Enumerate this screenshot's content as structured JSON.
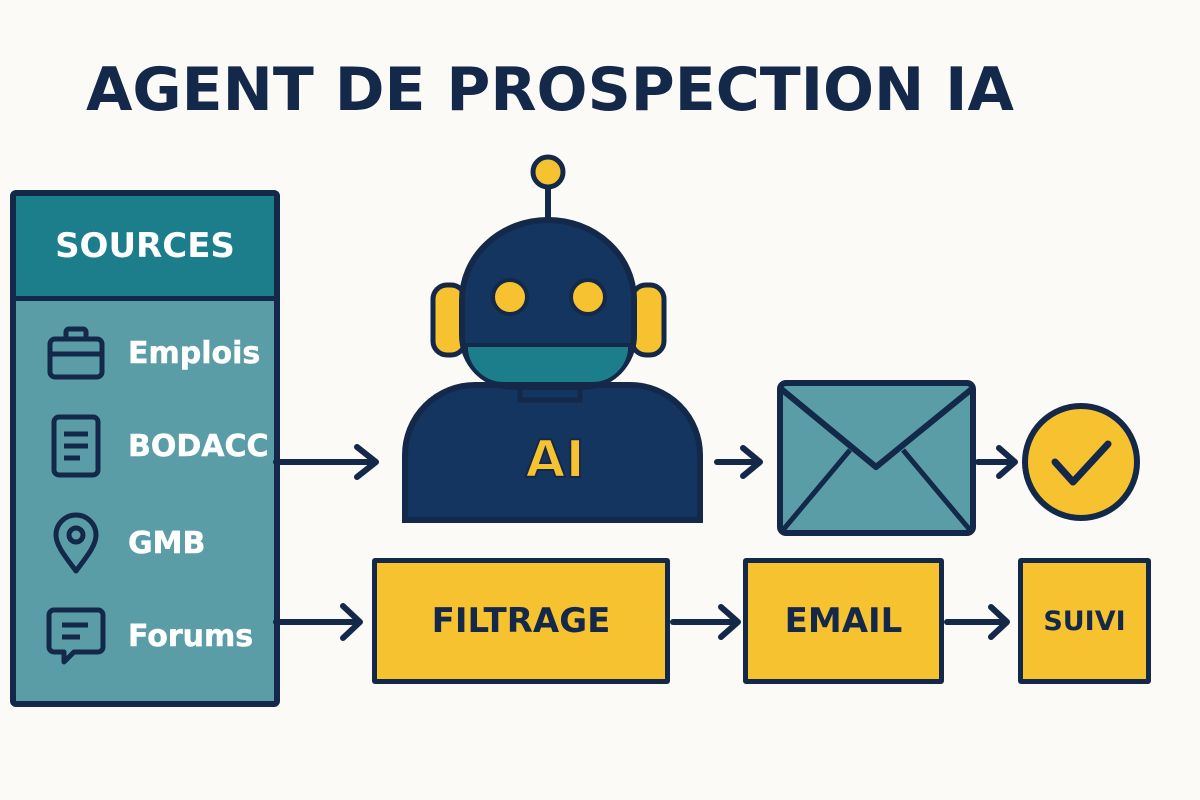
{
  "title": "AGENT DE PROSPECTION IA",
  "sources": {
    "header": "SOURCES",
    "items": [
      {
        "label": "Emplois",
        "icon": "briefcase-icon"
      },
      {
        "label": "BODACC",
        "icon": "document-icon"
      },
      {
        "label": "GMB",
        "icon": "map-pin-icon"
      },
      {
        "label": "Forums",
        "icon": "chat-bubble-icon"
      }
    ]
  },
  "robot": {
    "badge": "AI",
    "icon": "robot-icon"
  },
  "top_flow": {
    "email_icon": "envelope-icon",
    "done_icon": "check-circle-icon"
  },
  "steps": [
    {
      "label": "FILTRAGE"
    },
    {
      "label": "EMAIL"
    },
    {
      "label": "SUIVI"
    }
  ],
  "colors": {
    "navy": "#14284a",
    "teal": "#1d7e8b",
    "teal_light": "#5b9da6",
    "yellow": "#f7c22f",
    "background": "#fbfaf6"
  }
}
